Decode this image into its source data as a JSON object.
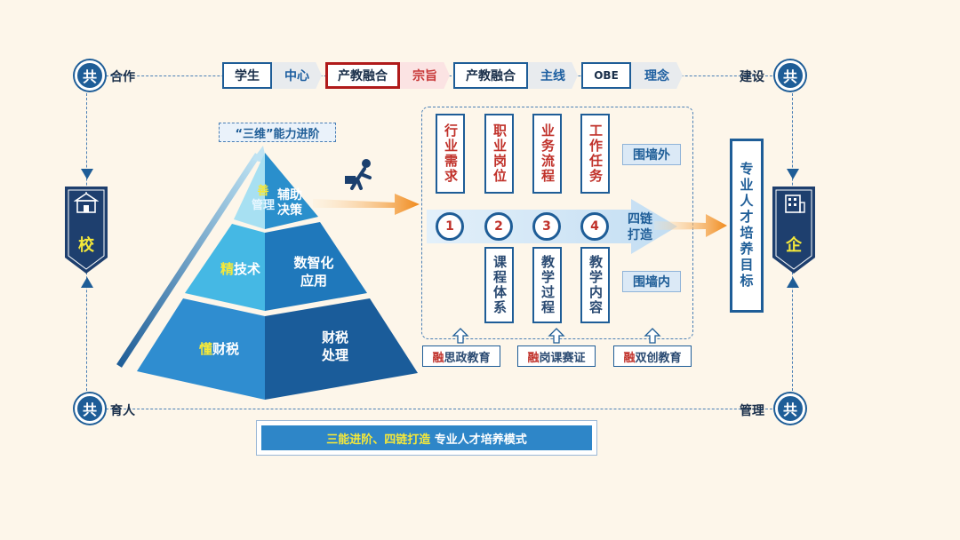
{
  "top_bar": [
    {
      "left": "学生",
      "right": "中心",
      "highlight": false
    },
    {
      "left": "产教融合",
      "right": "宗旨",
      "highlight": true
    },
    {
      "left": "产教融合",
      "right": "主线",
      "highlight": false
    },
    {
      "left": "OBE",
      "right": "理念",
      "highlight": false
    }
  ],
  "corners": {
    "gong": "共",
    "top_left": "合作",
    "top_right": "建设",
    "bottom_left": "育人",
    "bottom_right": "管理"
  },
  "side": {
    "left": "校",
    "right": "企"
  },
  "pyramid": {
    "title": "“三维”能力进阶",
    "top_left_accent": "善",
    "top_left_rest": "管理",
    "top_right": "辅助决策",
    "mid_left_accent": "精",
    "mid_left_rest": "技术",
    "mid_right": "数智化应用",
    "bot_left_accent": "懂",
    "bot_left_rest": "财税",
    "bot_right": "财税处理"
  },
  "chain": {
    "top_columns": [
      "行业需求",
      "职业岗位",
      "业务流程",
      "工作任务"
    ],
    "numbers": [
      "1",
      "2",
      "3",
      "4"
    ],
    "bottom_columns": [
      "课程体系",
      "教学过程",
      "教学内容"
    ],
    "arrow_label": "四链打造",
    "outside_tag": "围墙外",
    "inside_tag": "围墙内",
    "bottom_tags": [
      {
        "accent": "融",
        "rest": "思政教育"
      },
      {
        "accent": "融",
        "rest": "岗课赛证"
      },
      {
        "accent": "融",
        "rest": "双创教育"
      }
    ]
  },
  "goal": "专业人才培养目标",
  "banner": {
    "part1": "三能进阶、四链打造",
    "part2": " 专业人才培养模式"
  },
  "colors": {
    "primary": "#1e5d97",
    "accent_red": "#c0312a",
    "arrow_orange": "#f08a1c",
    "highlight_yellow": "#f5e83a"
  }
}
